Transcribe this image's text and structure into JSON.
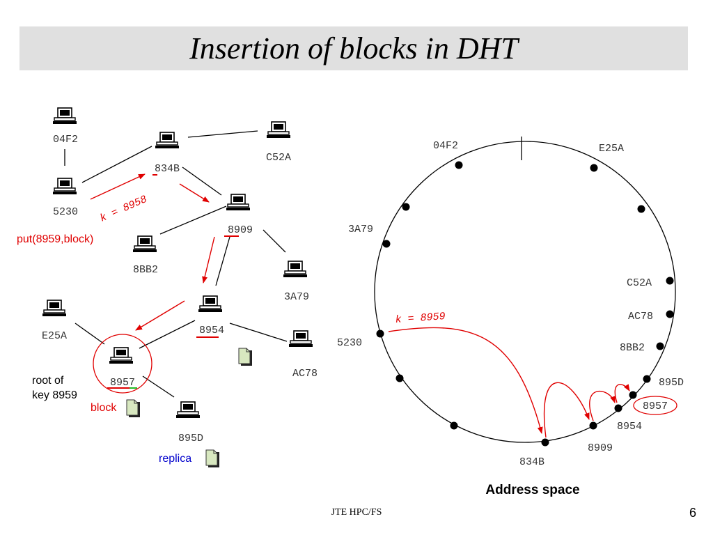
{
  "title": "Insertion of blocks in DHT",
  "footer": {
    "center": "JTE HPC/FS",
    "page": "6"
  },
  "colors": {
    "accent": "#e00000",
    "replica": "#0000cc",
    "doc_fill": "#d8e8c0",
    "title_bg": "#e0e0e0"
  },
  "network": {
    "nodes": [
      "04F2",
      "834B",
      "C52A",
      "5230",
      "8909",
      "8BB2",
      "3A79",
      "E25A",
      "8954",
      "AC78",
      "8957",
      "895D"
    ],
    "put_call": "put(8959,block)",
    "key_label": "k = 8958",
    "root_label": [
      "root of",
      "key 8959"
    ],
    "block_label": "block",
    "replica_label": "replica"
  },
  "ring": {
    "nodes": [
      "04F2",
      "E25A",
      "3A79",
      "C52A",
      "AC78",
      "8BB2",
      "5230",
      "895D",
      "8957",
      "8954",
      "8909",
      "834B"
    ],
    "key_label": "k = 8959",
    "caption": "Address space"
  }
}
